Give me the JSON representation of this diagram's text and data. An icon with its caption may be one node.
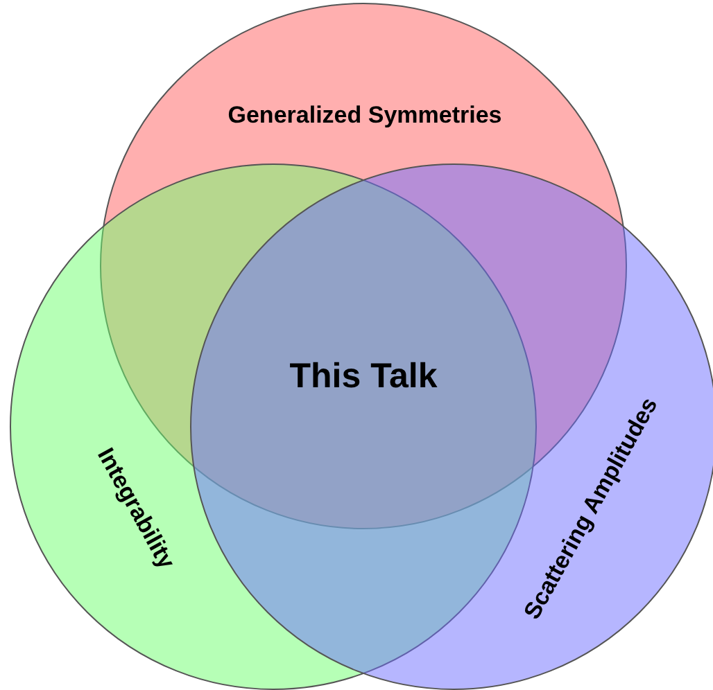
{
  "diagram": {
    "nodes": [
      {
        "text": [
          "Generalized Symmetries"
        ]
      },
      {
        "text": [
          "Integrability"
        ]
      },
      {
        "text": [
          "Scattering Amplitudes"
        ]
      }
    ],
    "labels": [
      "This Talk"
    ]
  }
}
